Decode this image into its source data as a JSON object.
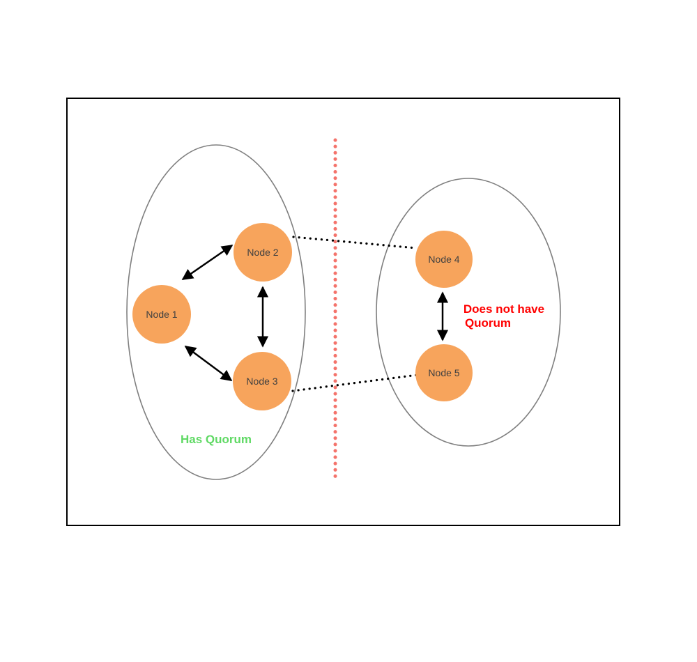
{
  "diagram": {
    "nodes": [
      {
        "label": "Node 1"
      },
      {
        "label": "Node 2"
      },
      {
        "label": "Node 3"
      },
      {
        "label": "Node 4"
      },
      {
        "label": "Node 5"
      }
    ],
    "annotations": {
      "has_quorum": "Has Quorum",
      "no_quorum_line1": "Does not have",
      "no_quorum_line2": "Quorum"
    },
    "colors": {
      "node_fill": "#F7A45C",
      "node_label": "#404040",
      "has_quorum": "#5FD964",
      "no_quorum": "#FF0000",
      "partition": "#F4736B",
      "cluster_stroke": "#7F7F7F",
      "connector": "#000000",
      "border": "#000000"
    }
  }
}
